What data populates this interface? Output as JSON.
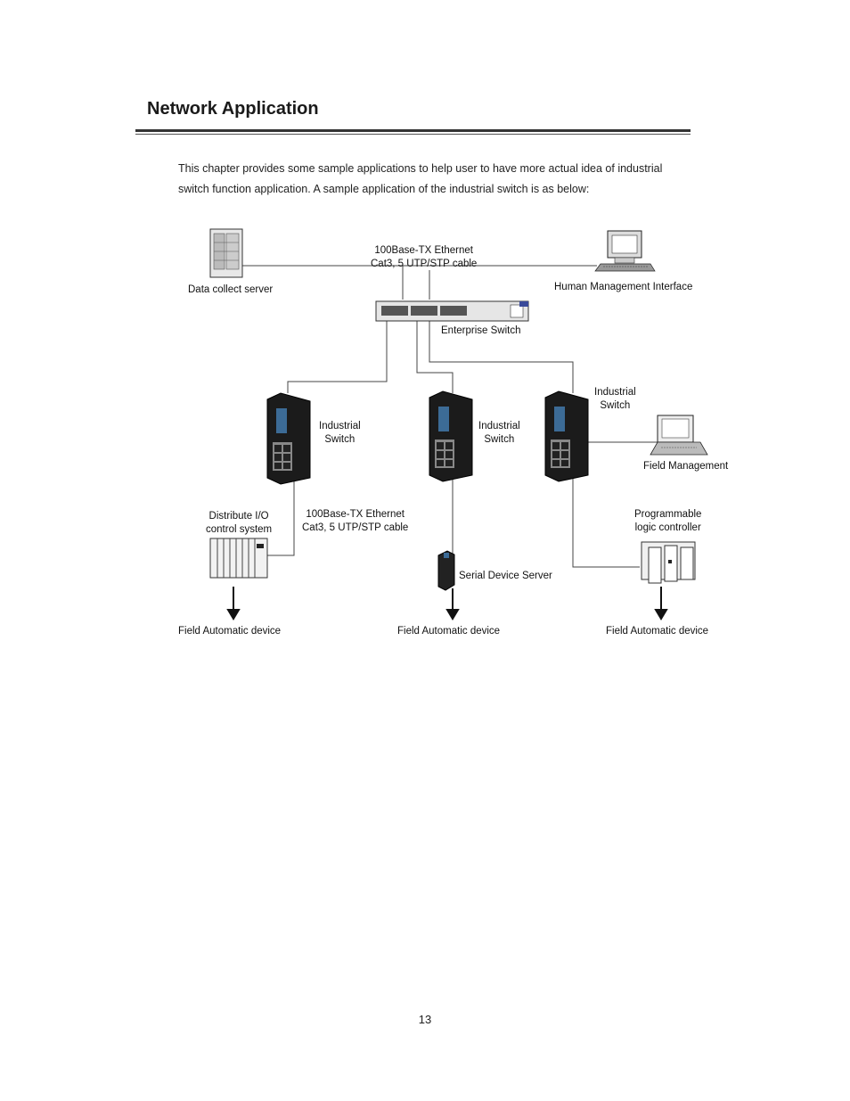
{
  "heading": "Network Application",
  "intro": {
    "line1": "This chapter provides some sample applications to help user to have more actual idea of industrial",
    "line2": "switch function application. A sample application of the industrial switch is as below:"
  },
  "diagram": {
    "cable_label_top_line1": "100Base-TX Ethernet",
    "cable_label_top_line2": "Cat3, 5 UTP/STP cable",
    "data_collect_server": "Data collect server",
    "human_mgmt": "Human Management Interface",
    "enterprise_switch": "Enterprise Switch",
    "industrial_switch_1_line1": "Industrial",
    "industrial_switch_1_line2": "Switch",
    "industrial_switch_2_line1": "Industrial",
    "industrial_switch_2_line2": "Switch",
    "industrial_switch_3_line1": "Industrial",
    "industrial_switch_3_line2": "Switch",
    "field_management": "Field Management",
    "distribute_io_line1": "Distribute I/O",
    "distribute_io_line2": "control system",
    "cable_label_bottom_line1": "100Base-TX Ethernet",
    "cable_label_bottom_line2": "Cat3, 5 UTP/STP cable",
    "plc_line1": "Programmable",
    "plc_line2": "logic controller",
    "serial_device_server": "Serial Device Server",
    "field_device_1": "Field Automatic device",
    "field_device_2": "Field Automatic device",
    "field_device_3": "Field Automatic device"
  },
  "page_number": "13"
}
